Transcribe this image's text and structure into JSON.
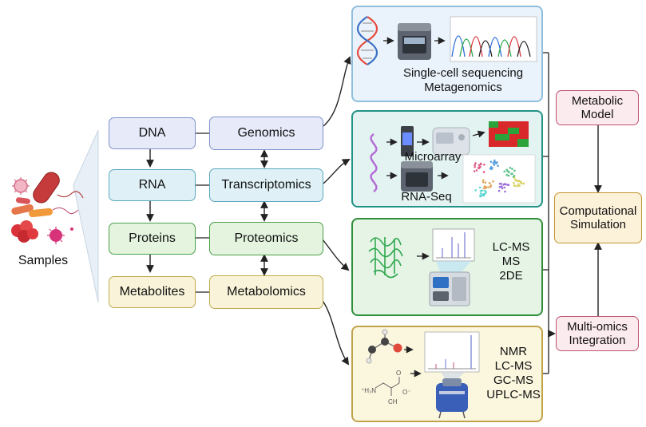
{
  "samples_label": "Samples",
  "left_column": {
    "dna": "DNA",
    "rna": "RNA",
    "proteins": "Proteins",
    "metabolites": "Metabolites"
  },
  "omics_column": {
    "genomics": "Genomics",
    "transcriptomics": "Transcriptomics",
    "proteomics": "Proteomics",
    "metabolomics": "Metabolomics"
  },
  "panels": {
    "genomics": {
      "line1": "Single-cell sequencing",
      "line2": "Metagenomics"
    },
    "transcriptomics": {
      "microarray": "Microarray",
      "rnaseq": "RNA-Seq"
    },
    "proteomics": {
      "methods": [
        "LC-MS",
        "MS",
        "2DE"
      ]
    },
    "metabolomics": {
      "methods": [
        "NMR",
        "LC-MS",
        "GC-MS",
        "UPLC-MS"
      ]
    }
  },
  "right_column": {
    "metabolic_model": {
      "line1": "Metabolic",
      "line2": "Model"
    },
    "simulation": {
      "line1": "Computational",
      "line2": "Simulation"
    },
    "integration": {
      "line1": "Multi-omics",
      "line2": "Integration"
    }
  },
  "colors": {
    "dna_helix_a": "#e64a3c",
    "dna_helix_b": "#3a6fc4",
    "rna_strand": "#b36ad6",
    "protein_structure": "#2fa84f",
    "atom_oxygen": "#e04a3a",
    "atom_carbon": "#444444",
    "heatmap_red": "#d8282a",
    "heatmap_green": "#2aa43a"
  }
}
